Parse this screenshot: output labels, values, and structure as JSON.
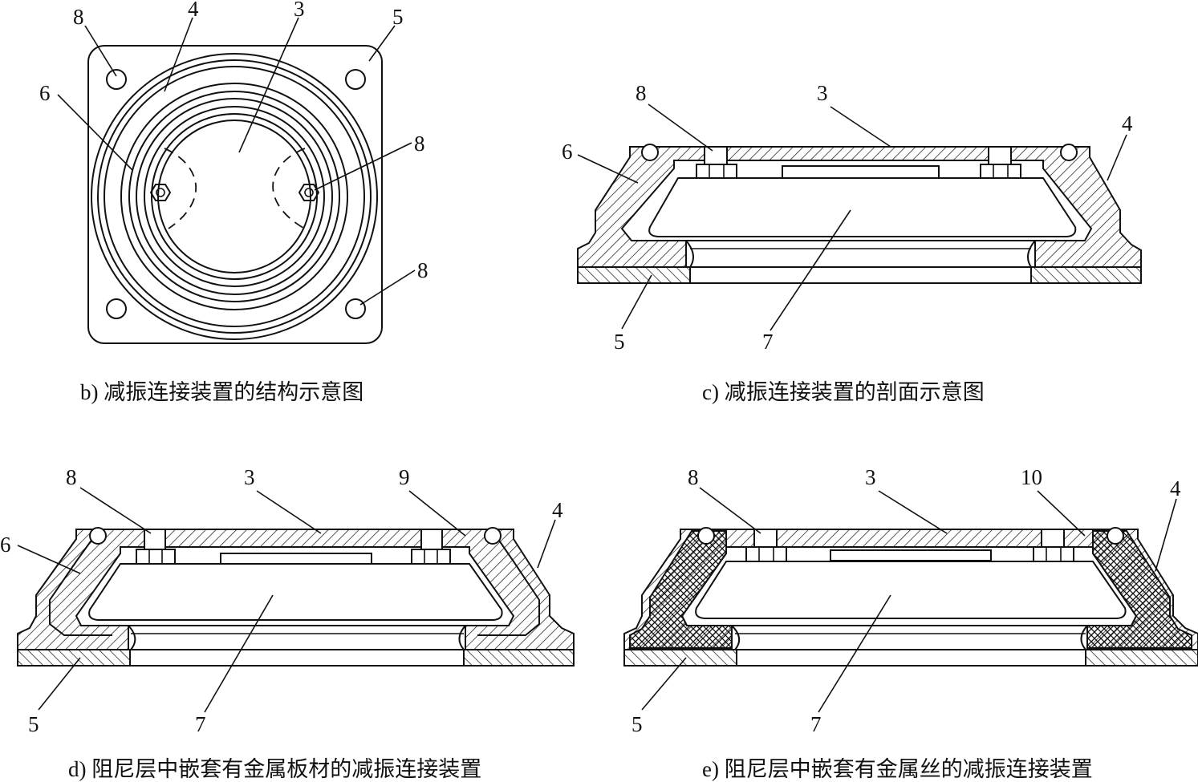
{
  "figure_b": {
    "caption": "b) 减振连接装置的结构示意图",
    "labels": {
      "bolt_tl": "8",
      "ring": "4",
      "plate": "3",
      "flange": "5",
      "damper": "6",
      "bolt_right": "8",
      "bolt_br": "8"
    }
  },
  "figure_c": {
    "caption": "c) 减振连接装置的剖面示意图",
    "labels": {
      "bolt": "8",
      "plate": "3",
      "ring": "4",
      "damper": "6",
      "flange": "5",
      "core": "7"
    }
  },
  "figure_d": {
    "caption": "d) 阻尼层中嵌套有金属板材的减振连接装置",
    "labels": {
      "bolt": "8",
      "plate": "3",
      "metal_sheet": "9",
      "ring": "4",
      "damper": "6",
      "flange": "5",
      "core": "7"
    }
  },
  "figure_e": {
    "caption": "e) 阻尼层中嵌套有金属丝的减振连接装置",
    "labels": {
      "bolt": "8",
      "plate": "3",
      "metal_wire": "10",
      "ring": "4",
      "flange": "5",
      "core": "7"
    }
  }
}
